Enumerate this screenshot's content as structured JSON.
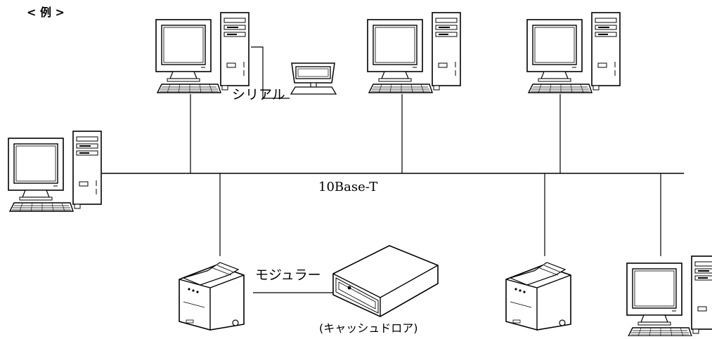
{
  "diagram": {
    "heading": "< 例 >",
    "labels": {
      "serial": "シリアル",
      "network": "10Base-T",
      "modular": "モジュラー",
      "cash_drawer": "(キャッシュドロア)"
    }
  }
}
